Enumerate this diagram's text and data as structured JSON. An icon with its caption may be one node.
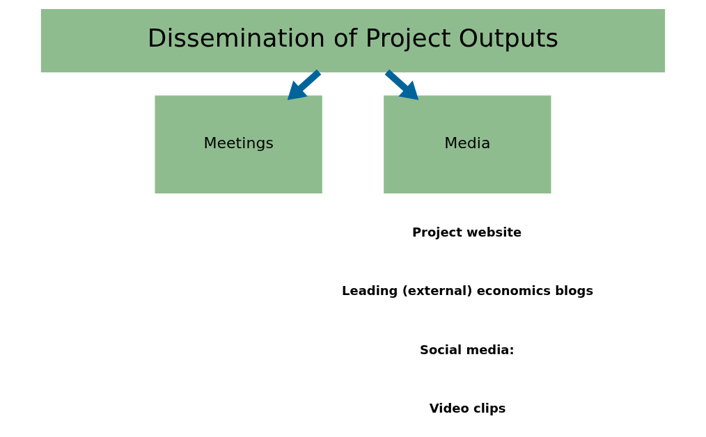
{
  "diagram": {
    "nodes": [
      {
        "text": [
          "Dissemination of Project Outputs"
        ]
      },
      {
        "text": [
          "Meetings"
        ]
      },
      {
        "text": [
          "Media"
        ]
      }
    ],
    "edges": [
      {
        "from": 0,
        "to": 1,
        "arrow": "to"
      },
      {
        "from": 0,
        "to": 2,
        "arrow": "to"
      }
    ],
    "labels": [
      "Project website",
      "Leading (external) economics blogs",
      "Social media:",
      "Video clips"
    ]
  }
}
